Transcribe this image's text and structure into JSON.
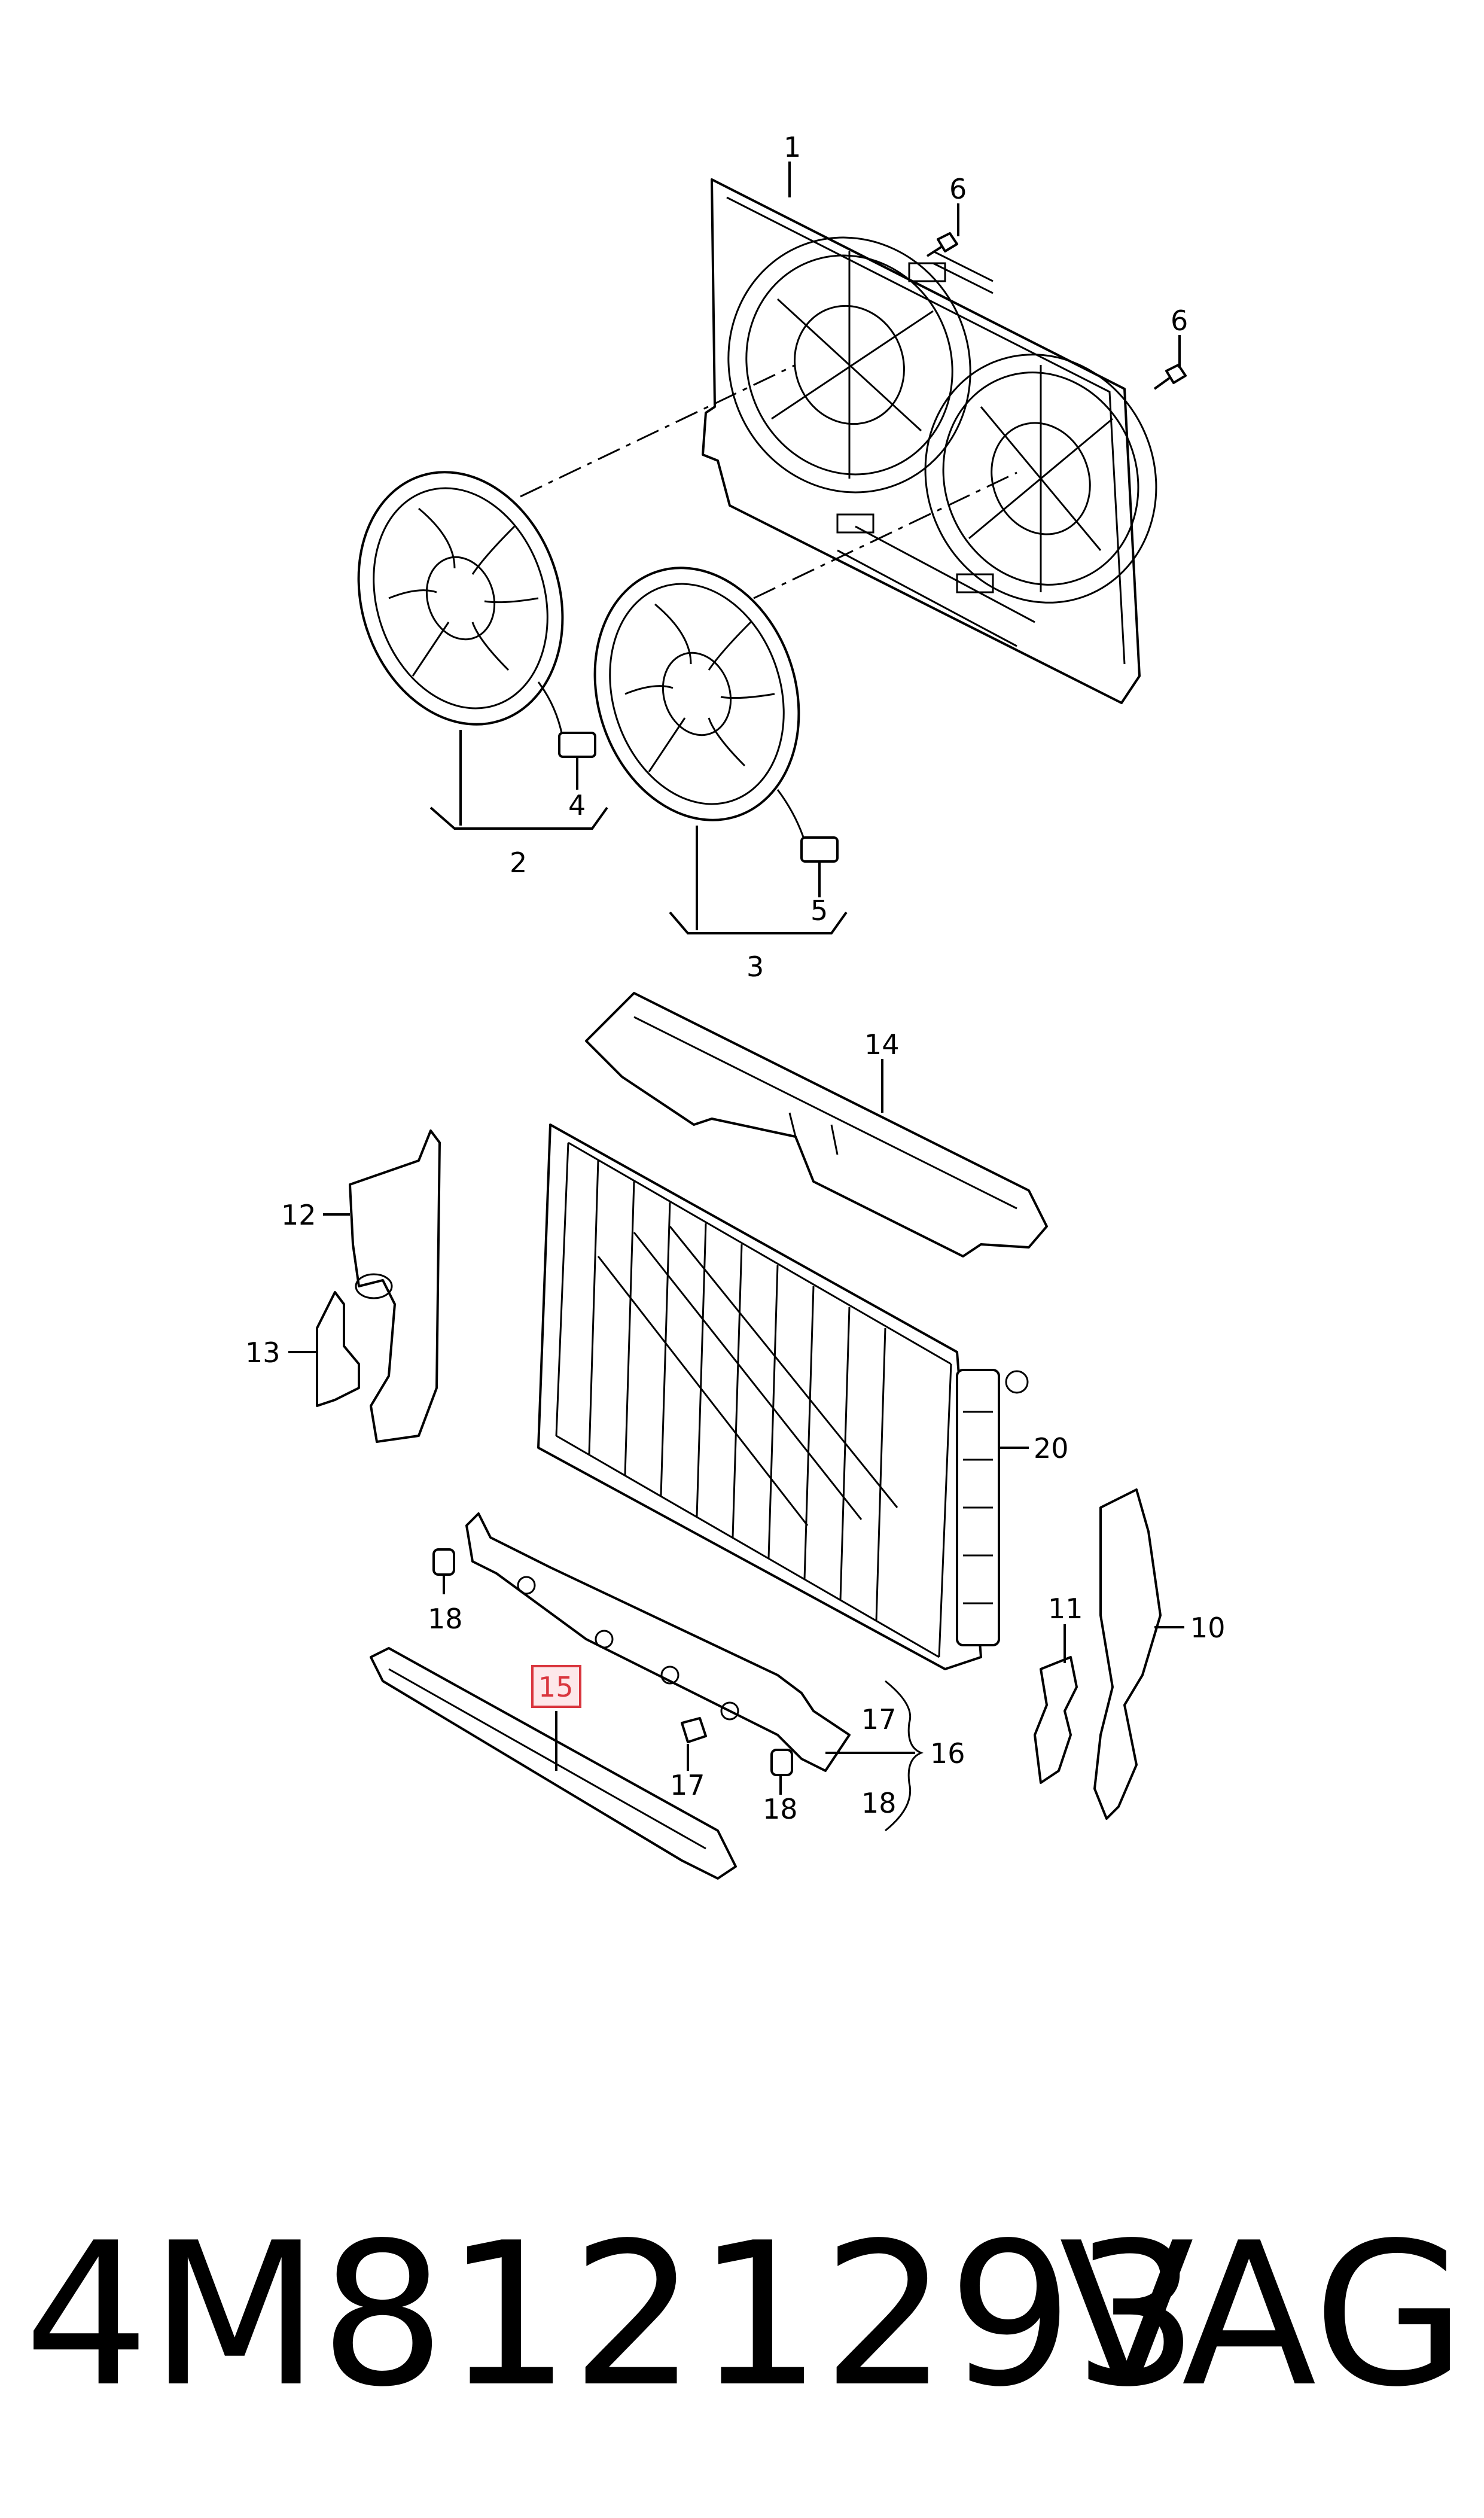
{
  "diagram": {
    "callouts": {
      "c1": "1",
      "c2": "2",
      "c3": "3",
      "c4": "4",
      "c5": "5",
      "c6a": "6",
      "c6b": "6",
      "c10": "10",
      "c11": "11",
      "c12": "12",
      "c13": "13",
      "c14": "14",
      "c15": "15",
      "c16": "16",
      "c17a": "17",
      "c17b": "17",
      "c18a": "18",
      "c18b": "18",
      "c18c": "18",
      "c20": "20"
    },
    "highlight_color": "#d9363e"
  },
  "footer": {
    "part_number": "4M8121293",
    "brand": "VAG"
  }
}
